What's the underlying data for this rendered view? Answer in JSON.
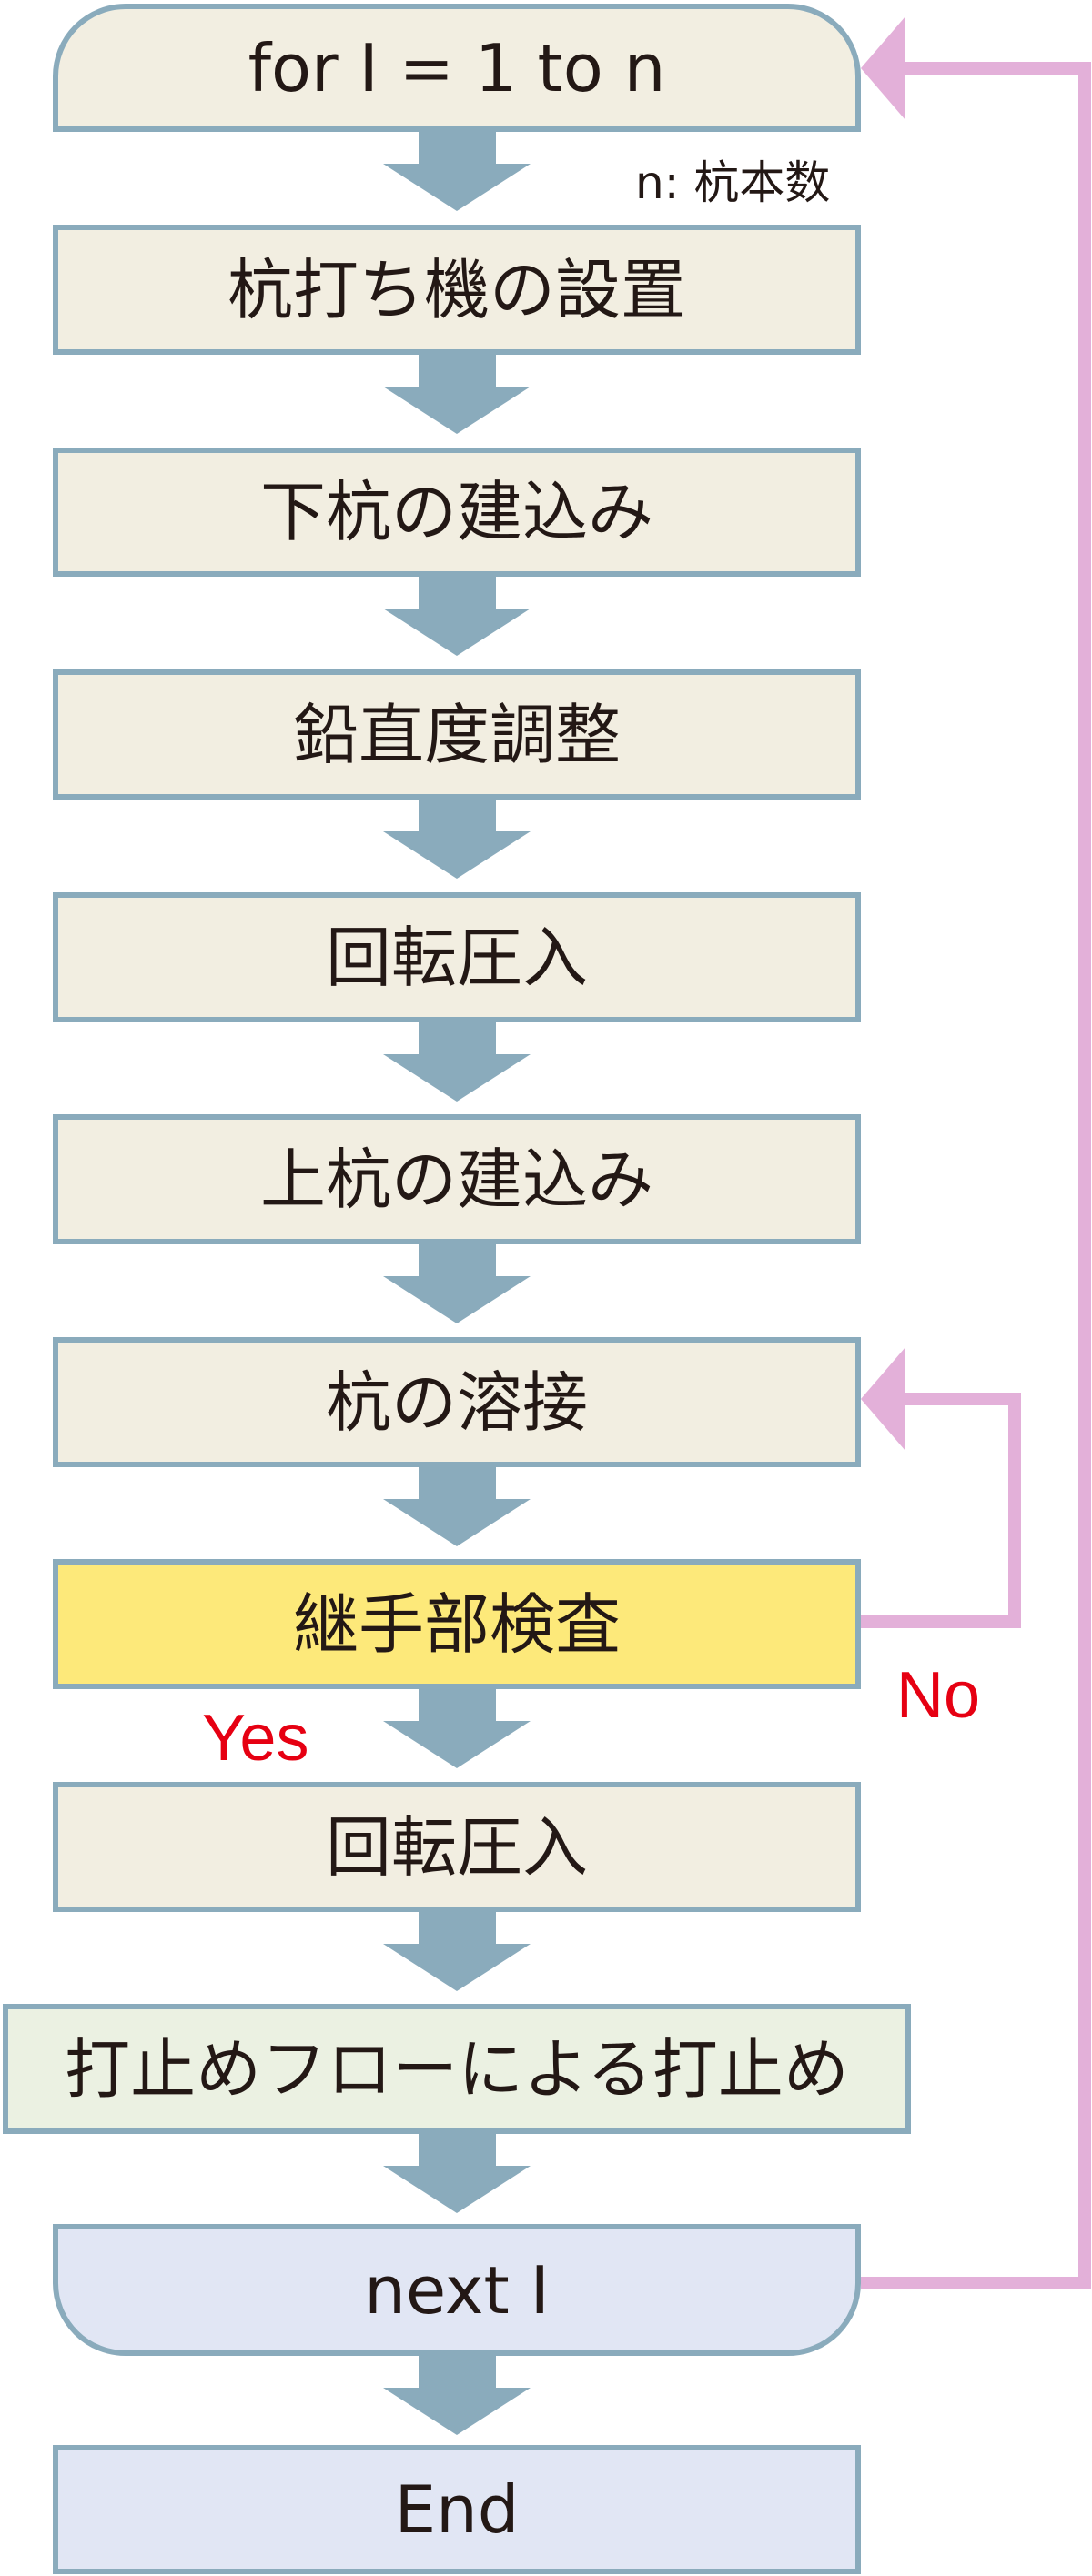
{
  "flowchart": {
    "steps": [
      "for I = 1 to n",
      "杭打ち機の設置",
      "下杭の建込み",
      "鉛直度調整",
      "回転圧入",
      "上杭の建込み",
      "杭の溶接",
      "継手部検査",
      "回転圧入",
      "打止めフローによる打止め",
      "next I",
      "End"
    ],
    "note": "n: 杭本数",
    "branch_yes": "Yes",
    "branch_no": "No"
  },
  "colors": {
    "box_border": "#8aabbc",
    "box_fill": "#f2eee1",
    "inspection_fill": "#fde97a",
    "stop_fill": "#ebf1e2",
    "loop_end_fill": "#e1e6f4",
    "flow_arrow": "#8aabbc",
    "loop_arrow": "#e3b0d9",
    "branch_text": "#e60012",
    "text": "#231815"
  }
}
